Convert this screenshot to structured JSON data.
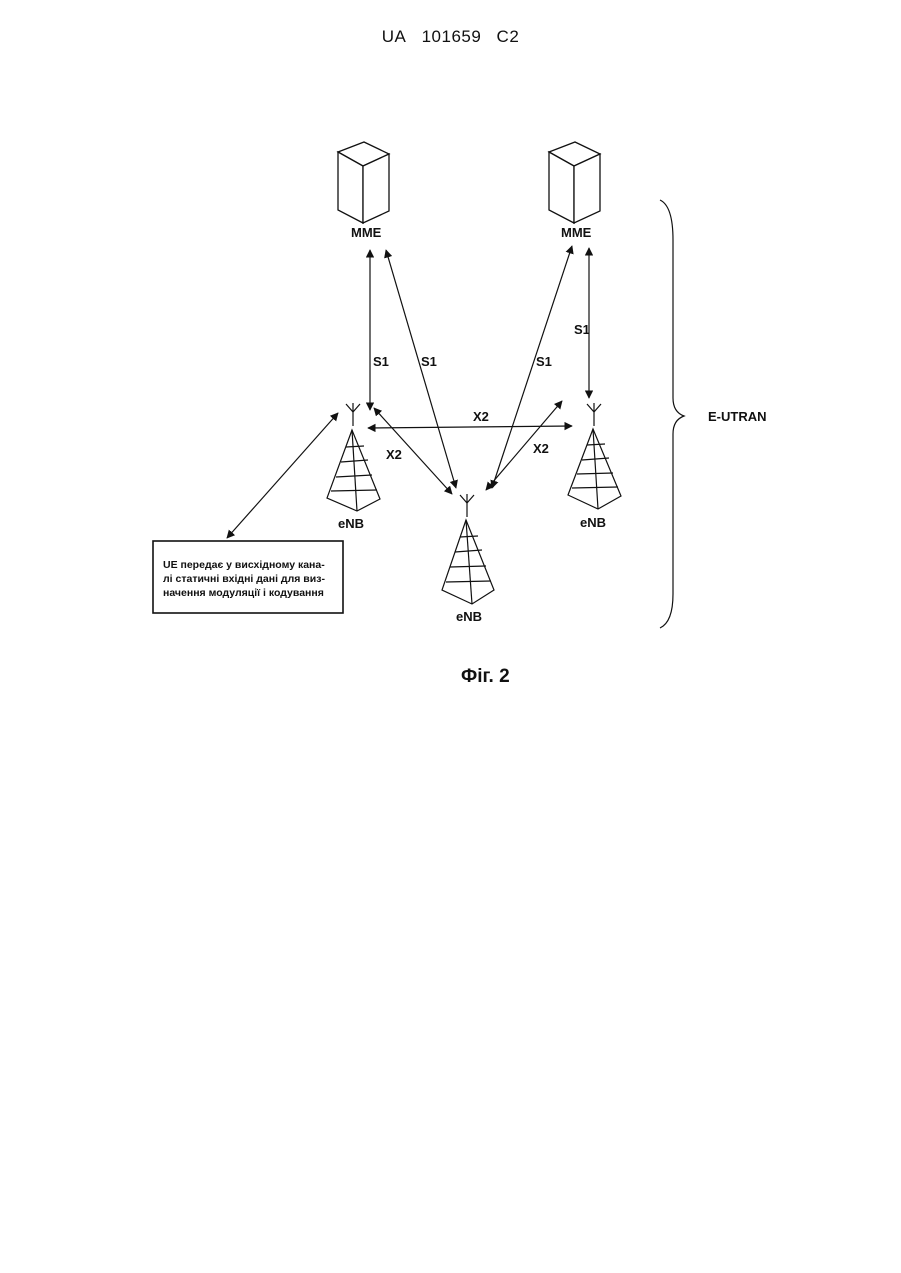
{
  "header": {
    "country": "UA",
    "number": "101659",
    "kind": "C2"
  },
  "diagram": {
    "mme_left_label": "MME",
    "mme_right_label": "MME",
    "enb_left_label": "eNB",
    "enb_center_label": "eNB",
    "enb_right_label": "eNB",
    "link_s1_left_vertical": "S1",
    "link_s1_left_diagonal": "S1",
    "link_s1_right_diagonal": "S1",
    "link_s1_right_vertical": "S1",
    "link_x2_top": "X2",
    "link_x2_left": "X2",
    "link_x2_right": "X2",
    "group_label": "E-UTRAN",
    "ue_note_lines": [
      "UE передає у висхідному кана-",
      "лі статичні вхідні дані  для виз-",
      "начення модуляції і кодування"
    ]
  },
  "caption": "Фіг. 2",
  "colors": {
    "ink": "#111111",
    "paper": "#ffffff"
  }
}
